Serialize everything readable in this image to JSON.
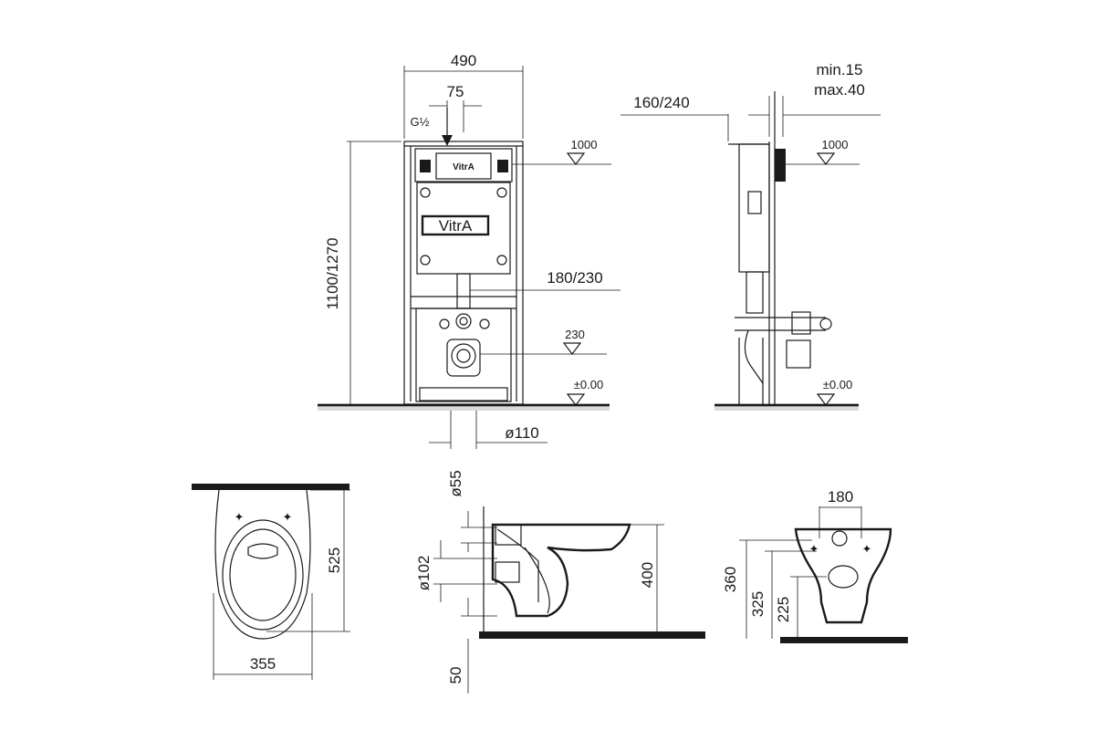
{
  "front_view": {
    "width_label": "490",
    "inlet_offset_label": "75",
    "inlet_thread_label": "G½",
    "height_label": "1100/1270",
    "tank_level_label": "1000",
    "outlet_height_label": "180/230",
    "drain_height_label": "230",
    "floor_level_label": "±0.00",
    "drain_diameter_label": "ø110",
    "brand_top": "VitrA",
    "brand_plate": "VitrA"
  },
  "side_view": {
    "depth_label": "160/240",
    "wall_min_label": "min.15",
    "wall_max_label": "max.40",
    "tank_level_label": "1000",
    "floor_level_label": "±0.00"
  },
  "top_view": {
    "length_label": "525",
    "width_label": "355"
  },
  "bowl_side_view": {
    "inlet_diameter_label": "ø55",
    "outlet_diameter_label": "ø102",
    "height_label": "400",
    "bottom_offset_label": "50"
  },
  "bowl_back_view": {
    "width_label": "180",
    "height_label": "360",
    "fixing_height_label": "325",
    "outlet_height_label": "225"
  }
}
